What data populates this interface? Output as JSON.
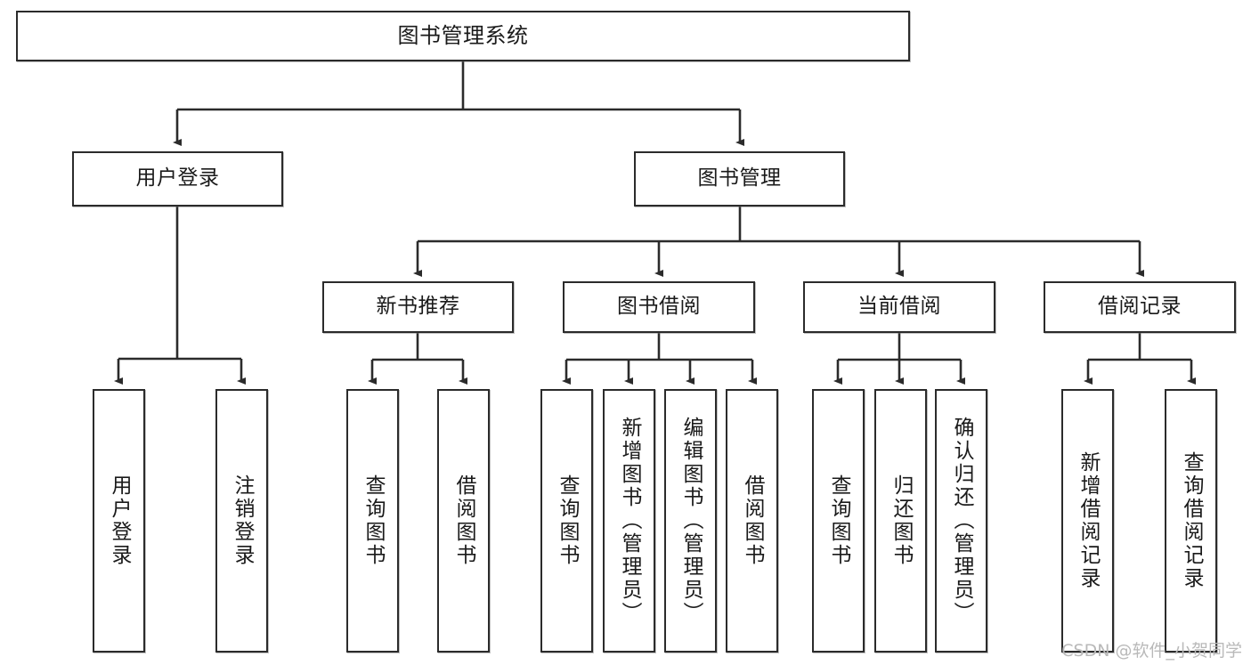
{
  "diagram": {
    "title": "图书管理系统",
    "type": "tree",
    "watermark": "CSDN @软件_小贺同学",
    "colors": {
      "box_border": "#2b2b2b",
      "box_fill": "#ffffff",
      "connector": "#2b2b2b",
      "watermark": "#b9b9b9",
      "background": "#ffffff"
    },
    "nodes": {
      "root": {
        "label": "图书管理系统",
        "orientation": "horizontal",
        "level": 0
      },
      "user_login": {
        "label": "用户登录",
        "orientation": "horizontal",
        "level": 1
      },
      "book_manage": {
        "label": "图书管理",
        "orientation": "horizontal",
        "level": 1
      },
      "new_book_rec": {
        "label": "新书推荐",
        "orientation": "horizontal",
        "level": 2
      },
      "book_borrow": {
        "label": "图书借阅",
        "orientation": "horizontal",
        "level": 2
      },
      "current_borrow": {
        "label": "当前借阅",
        "orientation": "horizontal",
        "level": 2
      },
      "borrow_record": {
        "label": "借阅记录",
        "orientation": "horizontal",
        "level": 2
      },
      "leaf_user_login": {
        "label": "用户登录",
        "orientation": "vertical",
        "level": 3
      },
      "leaf_user_logout": {
        "label": "注销登录",
        "orientation": "vertical",
        "level": 3
      },
      "leaf_rec_query": {
        "label": "查询图书",
        "orientation": "vertical",
        "level": 3
      },
      "leaf_rec_borrow": {
        "label": "借阅图书",
        "orientation": "vertical",
        "level": 3
      },
      "leaf_borrow_query": {
        "label": "查询图书",
        "orientation": "vertical",
        "level": 3
      },
      "leaf_borrow_add": {
        "label": "新增图书（管理员）",
        "orientation": "vertical",
        "level": 3
      },
      "leaf_borrow_edit": {
        "label": "编辑图书（管理员）",
        "orientation": "vertical",
        "level": 3
      },
      "leaf_borrow_do": {
        "label": "借阅图书",
        "orientation": "vertical",
        "level": 3
      },
      "leaf_cur_query": {
        "label": "查询图书",
        "orientation": "vertical",
        "level": 3
      },
      "leaf_cur_return": {
        "label": "归还图书",
        "orientation": "vertical",
        "level": 3
      },
      "leaf_cur_confirm": {
        "label": "确认归还（管理员）",
        "orientation": "vertical",
        "level": 3
      },
      "leaf_rec_add": {
        "label": "新增借阅记录",
        "orientation": "vertical",
        "level": 3
      },
      "leaf_rec_query2": {
        "label": "查询借阅记录",
        "orientation": "vertical",
        "level": 3
      }
    },
    "edges": [
      {
        "from": "root",
        "to": "user_login"
      },
      {
        "from": "root",
        "to": "book_manage"
      },
      {
        "from": "user_login",
        "to": "leaf_user_login"
      },
      {
        "from": "user_login",
        "to": "leaf_user_logout"
      },
      {
        "from": "book_manage",
        "to": "new_book_rec"
      },
      {
        "from": "book_manage",
        "to": "book_borrow"
      },
      {
        "from": "book_manage",
        "to": "current_borrow"
      },
      {
        "from": "book_manage",
        "to": "borrow_record"
      },
      {
        "from": "new_book_rec",
        "to": "leaf_rec_query"
      },
      {
        "from": "new_book_rec",
        "to": "leaf_rec_borrow"
      },
      {
        "from": "book_borrow",
        "to": "leaf_borrow_query"
      },
      {
        "from": "book_borrow",
        "to": "leaf_borrow_add"
      },
      {
        "from": "book_borrow",
        "to": "leaf_borrow_edit"
      },
      {
        "from": "book_borrow",
        "to": "leaf_borrow_do"
      },
      {
        "from": "current_borrow",
        "to": "leaf_cur_query"
      },
      {
        "from": "current_borrow",
        "to": "leaf_cur_return"
      },
      {
        "from": "current_borrow",
        "to": "leaf_cur_confirm"
      },
      {
        "from": "borrow_record",
        "to": "leaf_rec_add"
      },
      {
        "from": "borrow_record",
        "to": "leaf_rec_query2"
      }
    ]
  }
}
